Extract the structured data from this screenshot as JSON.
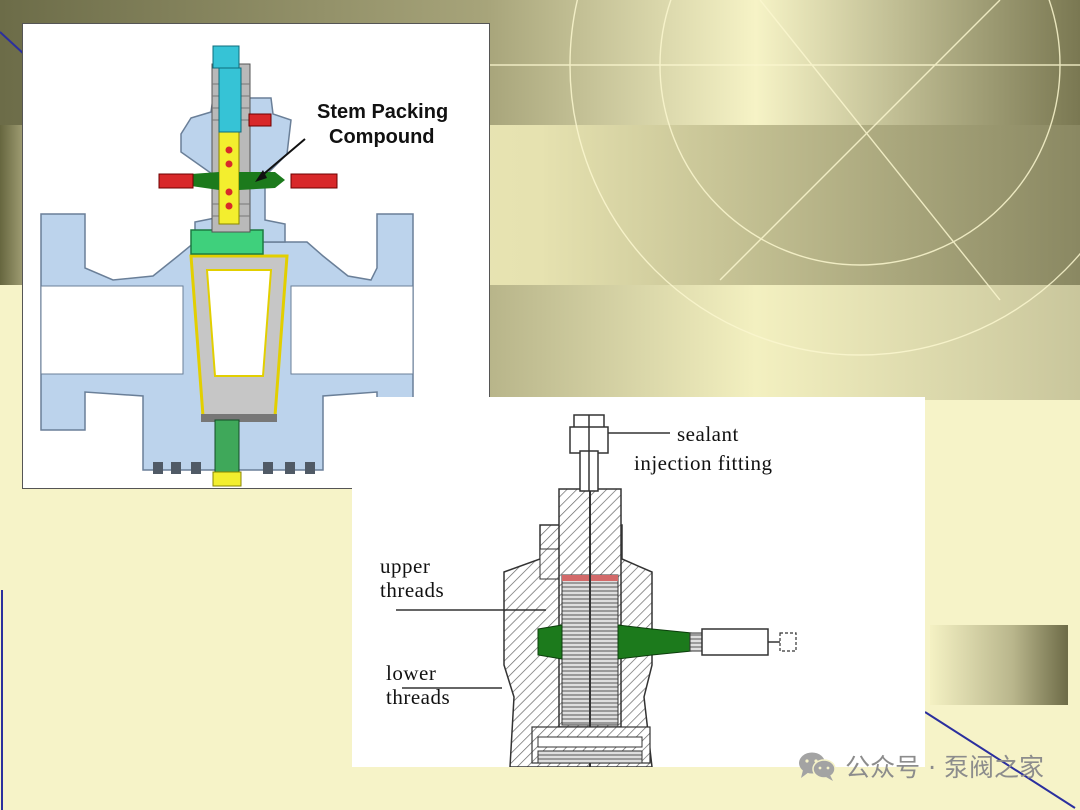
{
  "figure_top": {
    "label_line1": "Stem Packing",
    "label_line2": "Compound"
  },
  "figure_bottom": {
    "sealant_line1": "sealant",
    "sealant_line2": "injection fitting",
    "upper_line1": "upper",
    "upper_line2": "threads",
    "lower_line1": "lower",
    "lower_line2": "threads"
  },
  "watermark": {
    "text": "公众号 · 泵阀之家",
    "icon": "wechat-icon"
  },
  "colors": {
    "body_blue": "#bcd3ec",
    "sealant_green": "#1c7a1c",
    "stem_cyan": "#36c3d6",
    "packing_yellow": "#f3ee2e",
    "fitting_red": "#d8282a",
    "hatch_gray": "#8a8a8a"
  }
}
